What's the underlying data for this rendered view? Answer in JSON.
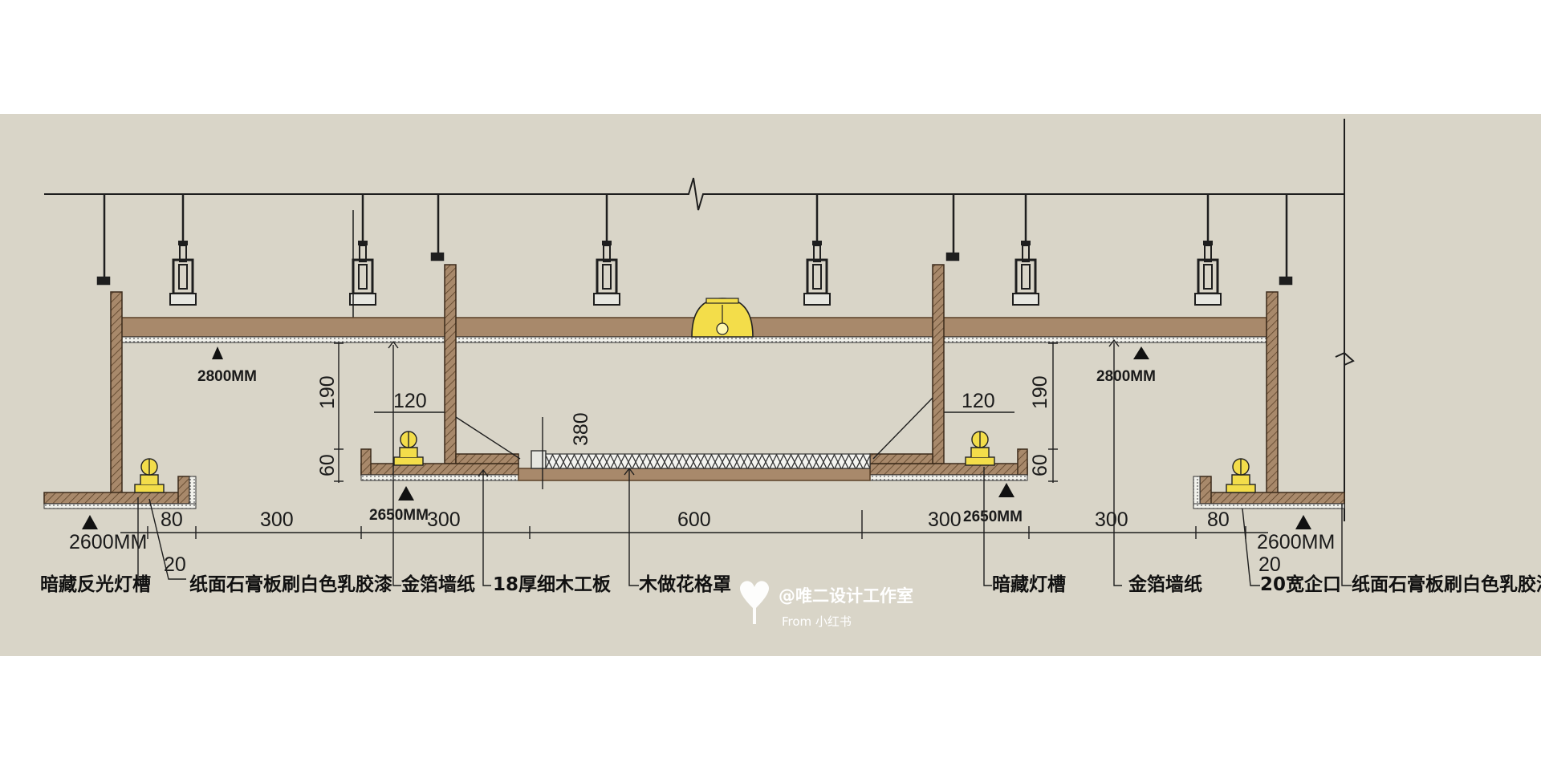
{
  "elevations": {
    "left_ceiling": "2800MM",
    "right_ceiling": "2800MM",
    "left_drop": "2650MM",
    "right_drop": "2650MM",
    "left_floor": "2600MM",
    "right_floor": "2600MM"
  },
  "dimensions": {
    "left_190": "190",
    "left_60": "60",
    "right_190": "190",
    "right_60": "60",
    "left_120": "120",
    "right_120": "120",
    "center_380": "380",
    "d_80_left": "80",
    "d_300_a": "300",
    "d_300_b": "300",
    "d_600": "600",
    "d_300_c": "300",
    "d_300_d": "300",
    "d_80_right": "80",
    "d_20_left": "20",
    "d_20_right": "20"
  },
  "callouts": {
    "hidden_reflect_slot": "暗藏反光灯槽",
    "gypsum_left": "纸面石膏板刷白色乳胶漆",
    "gold_foil_left": "金箔墙纸",
    "plywood_18": "18厚细木工板",
    "wood_lattice": "木做花格罩",
    "hidden_slot": "暗藏灯槽",
    "gold_foil_right": "金箔墙纸",
    "notch_20": "20宽企口",
    "gypsum_right": "纸面石膏板刷白色乳胶漆"
  },
  "watermark": {
    "brand": "@唯二设计工作室",
    "source": "From 小红书"
  },
  "colors": {
    "panel": "#d9d5c8",
    "wood": "#a8896b",
    "wood_dark": "#6b5038",
    "line": "#1e1e1e",
    "lamp": "#f3dd4a"
  }
}
